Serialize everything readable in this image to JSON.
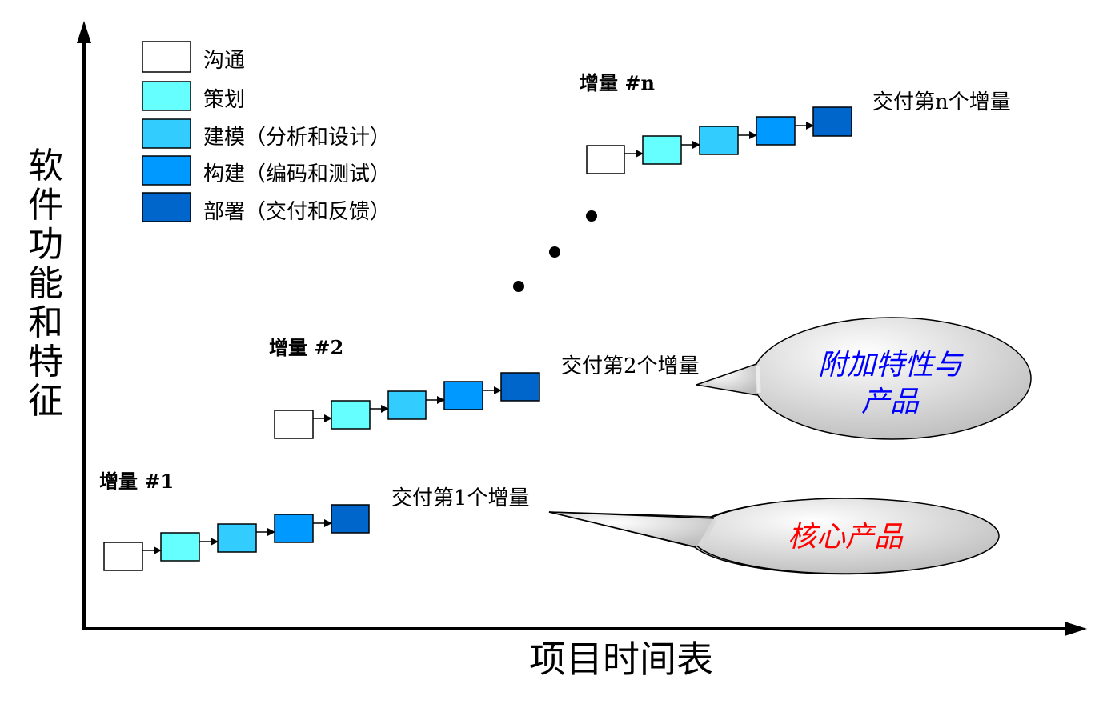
{
  "axes": {
    "y_label": "软件功能和特征",
    "x_label": "项目时间表"
  },
  "legend": [
    {
      "label": "沟通",
      "color": "#ffffff"
    },
    {
      "label": "策划",
      "color": "#66ffff"
    },
    {
      "label": "建模（分析和设计）",
      "color": "#33ccff"
    },
    {
      "label": "构建（编码和测试）",
      "color": "#0099ff"
    },
    {
      "label": "部署（交付和反馈）",
      "color": "#0066cc"
    }
  ],
  "increments": [
    {
      "title": "增量 #1",
      "delivery": "交付第1个增量"
    },
    {
      "title": "增量 #2",
      "delivery": "交付第2个增量"
    },
    {
      "title": "增量 #n",
      "delivery": "交付第n个增量"
    }
  ],
  "callouts": [
    {
      "text": "核心产品",
      "color": "#ff0000"
    },
    {
      "text_line1": "附加特性与",
      "text_line2": "产品",
      "color": "#0000ff"
    }
  ],
  "colors": {
    "axis": "#000000",
    "callout_fill_light": "#ffffff",
    "callout_fill_dark": "#c0c0c0"
  }
}
